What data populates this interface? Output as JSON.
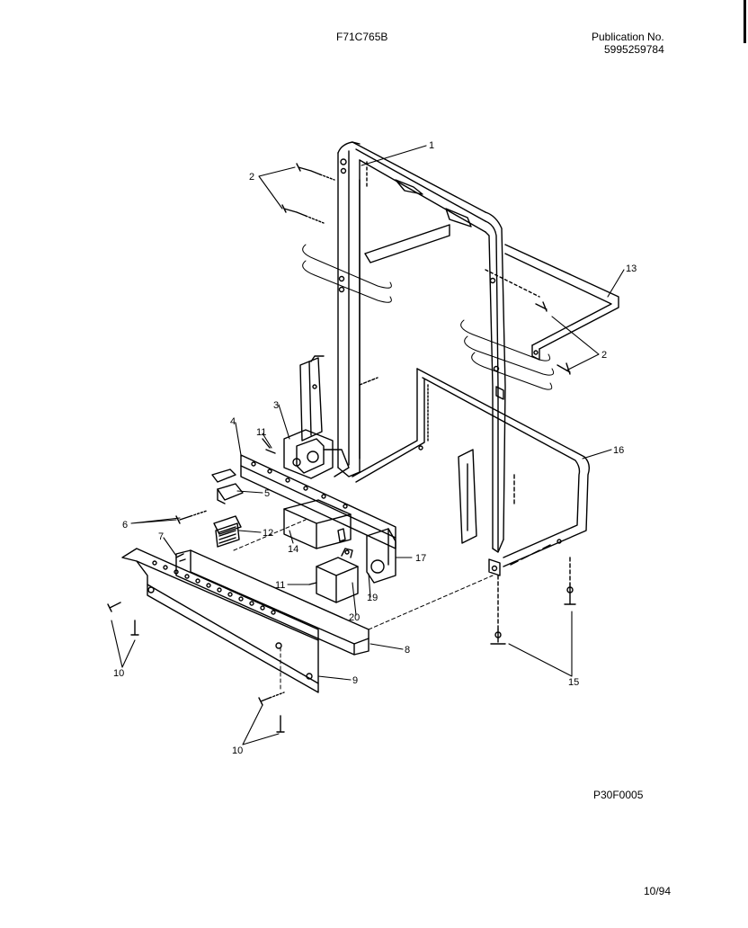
{
  "header": {
    "model": "F71C765B",
    "publication_label": "Publication No.",
    "publication_number": "5995259784"
  },
  "footer": {
    "figure_code": "P30F0005",
    "date": "10/94"
  },
  "callouts": {
    "c1": "1",
    "c2a": "2",
    "c2b": "2",
    "c3": "3",
    "c4": "4",
    "c5": "5",
    "c6": "6",
    "c7": "7",
    "c8": "8",
    "c9": "9",
    "c10a": "10",
    "c10b": "10",
    "c11a": "11",
    "c11b": "11",
    "c12": "12",
    "c13": "13",
    "c14": "14",
    "c15": "15",
    "c16": "16",
    "c17": "17",
    "c19": "19",
    "c20": "20"
  }
}
